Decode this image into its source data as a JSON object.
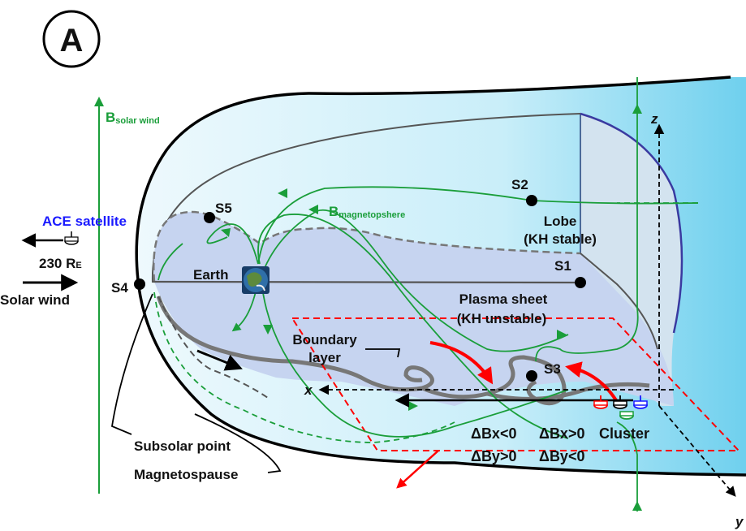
{
  "panel_label": "A",
  "labels": {
    "b_solar_wind_main": "B",
    "b_solar_wind_sub": "solar wind",
    "b_magnetosphere_main": "B",
    "b_magnetosphere_sub": "magnetopshere",
    "ace_satellite": "ACE satellite",
    "distance_main": "230 R",
    "distance_sub": "E",
    "solar_wind": "Solar wind",
    "earth": "Earth",
    "lobe": "Lobe",
    "lobe_kh": "(KH stable)",
    "plasma_sheet": "Plasma sheet",
    "plasma_sheet_kh": "(KH unstable)",
    "boundary_layer_1": "Boundary",
    "boundary_layer_2": "layer",
    "subsolar_point": "Subsolar point",
    "magnetopause": "Magnetospause",
    "cluster": "Cluster",
    "dbx_neg": "ΔBx<0",
    "dby_pos": "ΔBy>0",
    "dbx_pos": "ΔBx>0",
    "dby_neg": "ΔBy<0",
    "axis_x": "x",
    "axis_y": "y",
    "axis_z": "z"
  },
  "points": {
    "s1": "S1",
    "s2": "S2",
    "s3": "S3",
    "s4": "S4",
    "s5": "S5"
  },
  "colors": {
    "field_line": "#1a9e3a",
    "flow_arrow": "#ff0000",
    "boundary": "#1a1aff",
    "magnetosphere_fill": "#b8e8f6",
    "plasma_sheet_fill": "#c6d4f0"
  }
}
